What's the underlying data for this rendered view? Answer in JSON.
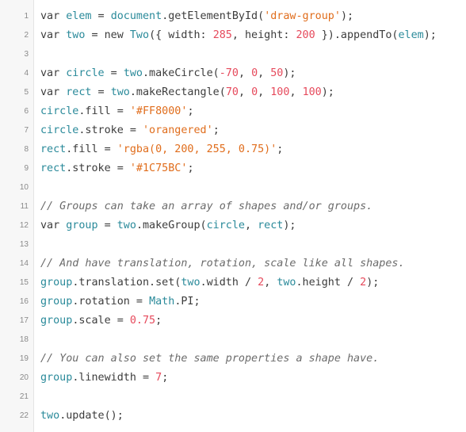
{
  "colors": {
    "plain": "#3c3c3c",
    "identifier": "#2a8a9a",
    "string": "#e06d1c",
    "number": "#e64a5c",
    "comment": "#6b6b6b",
    "gutter_background": "#f7f7f7",
    "line_number": "#8a8a8a"
  },
  "code": {
    "lines": [
      {
        "n": "1",
        "tokens": [
          [
            "plain",
            "var "
          ],
          [
            "ident",
            "elem"
          ],
          [
            "plain",
            " = "
          ],
          [
            "ident",
            "document"
          ],
          [
            "plain",
            ".getElementById("
          ],
          [
            "string",
            "'draw-group'"
          ],
          [
            "plain",
            ");"
          ]
        ]
      },
      {
        "n": "2",
        "tokens": [
          [
            "plain",
            "var "
          ],
          [
            "ident",
            "two"
          ],
          [
            "plain",
            " = new "
          ],
          [
            "ident",
            "Two"
          ],
          [
            "plain",
            "({ width: "
          ],
          [
            "number",
            "285"
          ],
          [
            "plain",
            ", height: "
          ],
          [
            "number",
            "200"
          ],
          [
            "plain",
            " }).appendTo("
          ],
          [
            "ident",
            "elem"
          ],
          [
            "plain",
            ");"
          ]
        ]
      },
      {
        "n": "3",
        "tokens": []
      },
      {
        "n": "4",
        "tokens": [
          [
            "plain",
            "var "
          ],
          [
            "ident",
            "circle"
          ],
          [
            "plain",
            " = "
          ],
          [
            "ident",
            "two"
          ],
          [
            "plain",
            ".makeCircle("
          ],
          [
            "number",
            "-70"
          ],
          [
            "plain",
            ", "
          ],
          [
            "number",
            "0"
          ],
          [
            "plain",
            ", "
          ],
          [
            "number",
            "50"
          ],
          [
            "plain",
            ");"
          ]
        ]
      },
      {
        "n": "5",
        "tokens": [
          [
            "plain",
            "var "
          ],
          [
            "ident",
            "rect"
          ],
          [
            "plain",
            " = "
          ],
          [
            "ident",
            "two"
          ],
          [
            "plain",
            ".makeRectangle("
          ],
          [
            "number",
            "70"
          ],
          [
            "plain",
            ", "
          ],
          [
            "number",
            "0"
          ],
          [
            "plain",
            ", "
          ],
          [
            "number",
            "100"
          ],
          [
            "plain",
            ", "
          ],
          [
            "number",
            "100"
          ],
          [
            "plain",
            ");"
          ]
        ]
      },
      {
        "n": "6",
        "tokens": [
          [
            "ident",
            "circle"
          ],
          [
            "plain",
            ".fill = "
          ],
          [
            "string",
            "'#FF8000'"
          ],
          [
            "plain",
            ";"
          ]
        ]
      },
      {
        "n": "7",
        "tokens": [
          [
            "ident",
            "circle"
          ],
          [
            "plain",
            ".stroke = "
          ],
          [
            "string",
            "'orangered'"
          ],
          [
            "plain",
            ";"
          ]
        ]
      },
      {
        "n": "8",
        "tokens": [
          [
            "ident",
            "rect"
          ],
          [
            "plain",
            ".fill = "
          ],
          [
            "string",
            "'rgba(0, 200, 255, 0.75)'"
          ],
          [
            "plain",
            ";"
          ]
        ]
      },
      {
        "n": "9",
        "tokens": [
          [
            "ident",
            "rect"
          ],
          [
            "plain",
            ".stroke = "
          ],
          [
            "string",
            "'#1C75BC'"
          ],
          [
            "plain",
            ";"
          ]
        ]
      },
      {
        "n": "10",
        "tokens": []
      },
      {
        "n": "11",
        "tokens": [
          [
            "comment",
            "// Groups can take an array of shapes and/or groups."
          ]
        ]
      },
      {
        "n": "12",
        "tokens": [
          [
            "plain",
            "var "
          ],
          [
            "ident",
            "group"
          ],
          [
            "plain",
            " = "
          ],
          [
            "ident",
            "two"
          ],
          [
            "plain",
            ".makeGroup("
          ],
          [
            "ident",
            "circle"
          ],
          [
            "plain",
            ", "
          ],
          [
            "ident",
            "rect"
          ],
          [
            "plain",
            ");"
          ]
        ]
      },
      {
        "n": "13",
        "tokens": []
      },
      {
        "n": "14",
        "tokens": [
          [
            "comment",
            "// And have translation, rotation, scale like all shapes."
          ]
        ]
      },
      {
        "n": "15",
        "tokens": [
          [
            "ident",
            "group"
          ],
          [
            "plain",
            ".translation.set("
          ],
          [
            "ident",
            "two"
          ],
          [
            "plain",
            ".width / "
          ],
          [
            "number",
            "2"
          ],
          [
            "plain",
            ", "
          ],
          [
            "ident",
            "two"
          ],
          [
            "plain",
            ".height / "
          ],
          [
            "number",
            "2"
          ],
          [
            "plain",
            ");"
          ]
        ]
      },
      {
        "n": "16",
        "tokens": [
          [
            "ident",
            "group"
          ],
          [
            "plain",
            ".rotation = "
          ],
          [
            "ident",
            "Math"
          ],
          [
            "plain",
            ".PI;"
          ]
        ]
      },
      {
        "n": "17",
        "tokens": [
          [
            "ident",
            "group"
          ],
          [
            "plain",
            ".scale = "
          ],
          [
            "number",
            "0.75"
          ],
          [
            "plain",
            ";"
          ]
        ]
      },
      {
        "n": "18",
        "tokens": []
      },
      {
        "n": "19",
        "tokens": [
          [
            "comment",
            "// You can also set the same properties a shape have."
          ]
        ]
      },
      {
        "n": "20",
        "tokens": [
          [
            "ident",
            "group"
          ],
          [
            "plain",
            ".linewidth = "
          ],
          [
            "number",
            "7"
          ],
          [
            "plain",
            ";"
          ]
        ]
      },
      {
        "n": "21",
        "tokens": []
      },
      {
        "n": "22",
        "tokens": [
          [
            "ident",
            "two"
          ],
          [
            "plain",
            ".update();"
          ]
        ]
      }
    ]
  }
}
